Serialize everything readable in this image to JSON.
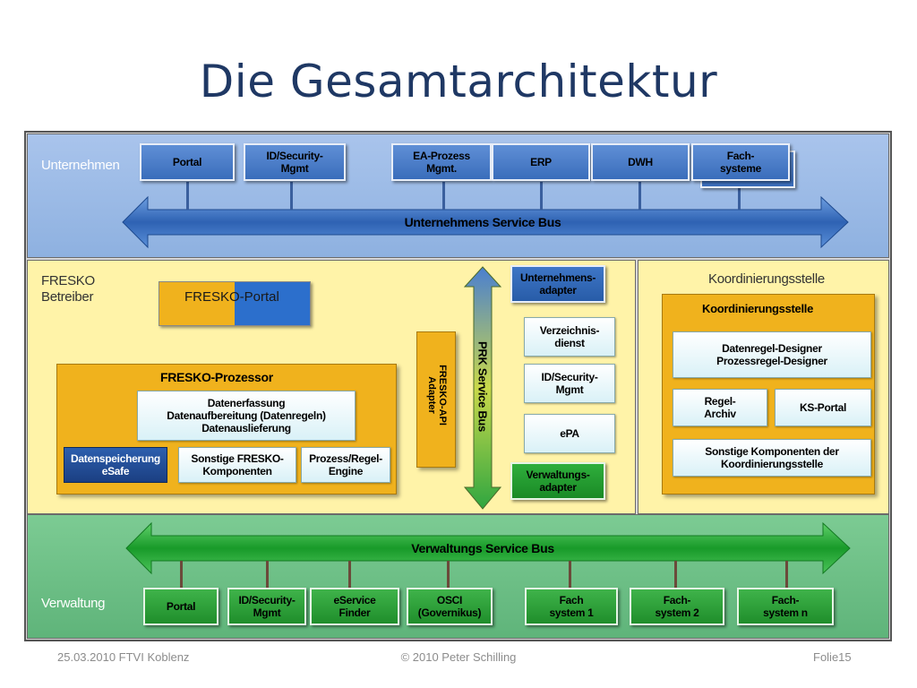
{
  "title": "Die Gesamtarchitektur",
  "unternehmen": {
    "label": "Unternehmen",
    "boxes": [
      "Portal",
      "ID/Security-\nMgmt",
      "EA-Prozess\nMgmt.",
      "ERP",
      "DWH",
      "Fach-\nsysteme"
    ],
    "bus": "Unternehmens Service Bus"
  },
  "fresko": {
    "label": "FRESKO\nBetreiber",
    "portal": "FRESKO-Portal",
    "prozessor_title": "FRESKO-Prozessor",
    "processing": "Datenerfassung\nDatenaufbereitung (Datenregeln)\nDatenauslieferung",
    "datenspeicherung": "Datenspeicherung\neSafe",
    "sonstige": "Sonstige FRESKO-\nKomponenten",
    "engine": "Prozess/Regel-\nEngine",
    "api_adapter": "FRESKO-API\nAdapter",
    "prk_bus": "PRK Service Bus",
    "unternehmens_adapter": "Unternehmens-\nadapter",
    "verzeichnis": "Verzeichnis-\ndienst",
    "id_security": "ID/Security-\nMgmt",
    "epa": "ePA",
    "verwaltungs_adapter": "Verwaltungs-\nadapter"
  },
  "koordinierung": {
    "label": "Koordinierungsstelle",
    "panel_title": "Koordinierungsstelle",
    "designer": "Datenregel-Designer\nProzessregel-Designer",
    "regel_archiv": "Regel-\nArchiv",
    "ks_portal": "KS-Portal",
    "sonstige": "Sonstige Komponenten der\nKoordinierungsstelle"
  },
  "verwaltung": {
    "label": "Verwaltung",
    "bus": "Verwaltungs Service Bus",
    "boxes": [
      "Portal",
      "ID/Security-\nMgmt",
      "eService\nFinder",
      "OSCI\n(Governikus)",
      "Fach\nsystem 1",
      "Fach-\nsystem 2",
      "Fach-\nsystem n"
    ]
  },
  "footer": {
    "left": "25.03.2010 FTVI Koblenz",
    "center": "© 2010 Peter Schilling",
    "right": "Folie15"
  },
  "colors": {
    "title": "#1f3864",
    "unternehmen_lane": "#8eb4e3",
    "fresko_lane": "#fff2a8",
    "verwaltung_lane": "#6fc08a",
    "orange": "#f0b21d"
  }
}
